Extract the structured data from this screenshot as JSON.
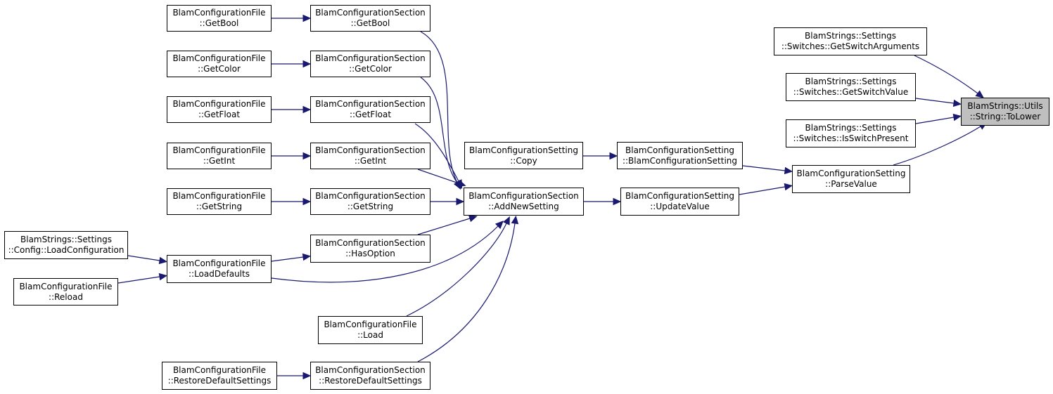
{
  "diagram": {
    "edge_color": "#191970",
    "focus_fill": "#bfbfbf",
    "nodes": [
      {
        "id": "cf_getbool",
        "line1": "BlamConfigurationFile",
        "line2": "::GetBool"
      },
      {
        "id": "cs_getbool",
        "line1": "BlamConfigurationSection",
        "line2": "::GetBool"
      },
      {
        "id": "cf_getcolor",
        "line1": "BlamConfigurationFile",
        "line2": "::GetColor"
      },
      {
        "id": "cs_getcolor",
        "line1": "BlamConfigurationSection",
        "line2": "::GetColor"
      },
      {
        "id": "cf_getfloat",
        "line1": "BlamConfigurationFile",
        "line2": "::GetFloat"
      },
      {
        "id": "cs_getfloat",
        "line1": "BlamConfigurationSection",
        "line2": "::GetFloat"
      },
      {
        "id": "cf_getint",
        "line1": "BlamConfigurationFile",
        "line2": "::GetInt"
      },
      {
        "id": "cs_getint",
        "line1": "BlamConfigurationSection",
        "line2": "::GetInt"
      },
      {
        "id": "cf_getstring",
        "line1": "BlamConfigurationFile",
        "line2": "::GetString"
      },
      {
        "id": "cs_getstring",
        "line1": "BlamConfigurationSection",
        "line2": "::GetString"
      },
      {
        "id": "bs_loadconfig",
        "line1": "BlamStrings::Settings",
        "line2": "::Config::LoadConfiguration"
      },
      {
        "id": "cf_loaddefaults",
        "line1": "BlamConfigurationFile",
        "line2": "::LoadDefaults"
      },
      {
        "id": "cs_hasoption",
        "line1": "BlamConfigurationSection",
        "line2": "::HasOption"
      },
      {
        "id": "cf_reload",
        "line1": "BlamConfigurationFile",
        "line2": "::Reload"
      },
      {
        "id": "cf_load",
        "line1": "BlamConfigurationFile",
        "line2": "::Load"
      },
      {
        "id": "cf_restore",
        "line1": "BlamConfigurationFile",
        "line2": "::RestoreDefaultSettings"
      },
      {
        "id": "cs_restore",
        "line1": "BlamConfigurationSection",
        "line2": "::RestoreDefaultSettings"
      },
      {
        "id": "cset_copy",
        "line1": "BlamConfigurationSetting",
        "line2": "::Copy"
      },
      {
        "id": "cs_addnew",
        "line1": "BlamConfigurationSection",
        "line2": "::AddNewSetting"
      },
      {
        "id": "cset_ctor",
        "line1": "BlamConfigurationSetting",
        "line2": "::BlamConfigurationSetting"
      },
      {
        "id": "cset_update",
        "line1": "BlamConfigurationSetting",
        "line2": "::UpdateValue"
      },
      {
        "id": "cset_parse",
        "line1": "BlamConfigurationSetting",
        "line2": "::ParseValue"
      },
      {
        "id": "bs_getswitchargs",
        "line1": "BlamStrings::Settings",
        "line2": "::Switches::GetSwitchArguments"
      },
      {
        "id": "bs_getswitchvalue",
        "line1": "BlamStrings::Settings",
        "line2": "::Switches::GetSwitchValue"
      },
      {
        "id": "bs_isswitchpresent",
        "line1": "BlamStrings::Settings",
        "line2": "::Switches::IsSwitchPresent"
      },
      {
        "id": "bs_tolower",
        "line1": "BlamStrings::Utils",
        "line2": "::String::ToLower"
      }
    ],
    "edges": [
      [
        "cf_getbool",
        "cs_getbool"
      ],
      [
        "cf_getcolor",
        "cs_getcolor"
      ],
      [
        "cf_getfloat",
        "cs_getfloat"
      ],
      [
        "cf_getint",
        "cs_getint"
      ],
      [
        "cf_getstring",
        "cs_getstring"
      ],
      [
        "bs_loadconfig",
        "cf_loaddefaults"
      ],
      [
        "cf_reload",
        "cf_loaddefaults"
      ],
      [
        "cf_loaddefaults",
        "cs_hasoption"
      ],
      [
        "cf_loaddefaults",
        "cs_addnew"
      ],
      [
        "cf_restore",
        "cs_restore"
      ],
      [
        "cs_getbool",
        "cs_addnew"
      ],
      [
        "cs_getcolor",
        "cs_addnew"
      ],
      [
        "cs_getfloat",
        "cs_addnew"
      ],
      [
        "cs_getint",
        "cs_addnew"
      ],
      [
        "cs_getstring",
        "cs_addnew"
      ],
      [
        "cs_hasoption",
        "cs_addnew"
      ],
      [
        "cf_load",
        "cs_addnew"
      ],
      [
        "cs_restore",
        "cs_addnew"
      ],
      [
        "cset_copy",
        "cset_ctor"
      ],
      [
        "cs_addnew",
        "cset_update"
      ],
      [
        "cset_ctor",
        "cset_parse"
      ],
      [
        "cset_update",
        "cset_parse"
      ],
      [
        "bs_getswitchargs",
        "bs_tolower"
      ],
      [
        "bs_getswitchvalue",
        "bs_tolower"
      ],
      [
        "bs_isswitchpresent",
        "bs_tolower"
      ],
      [
        "cset_parse",
        "bs_tolower"
      ]
    ]
  }
}
